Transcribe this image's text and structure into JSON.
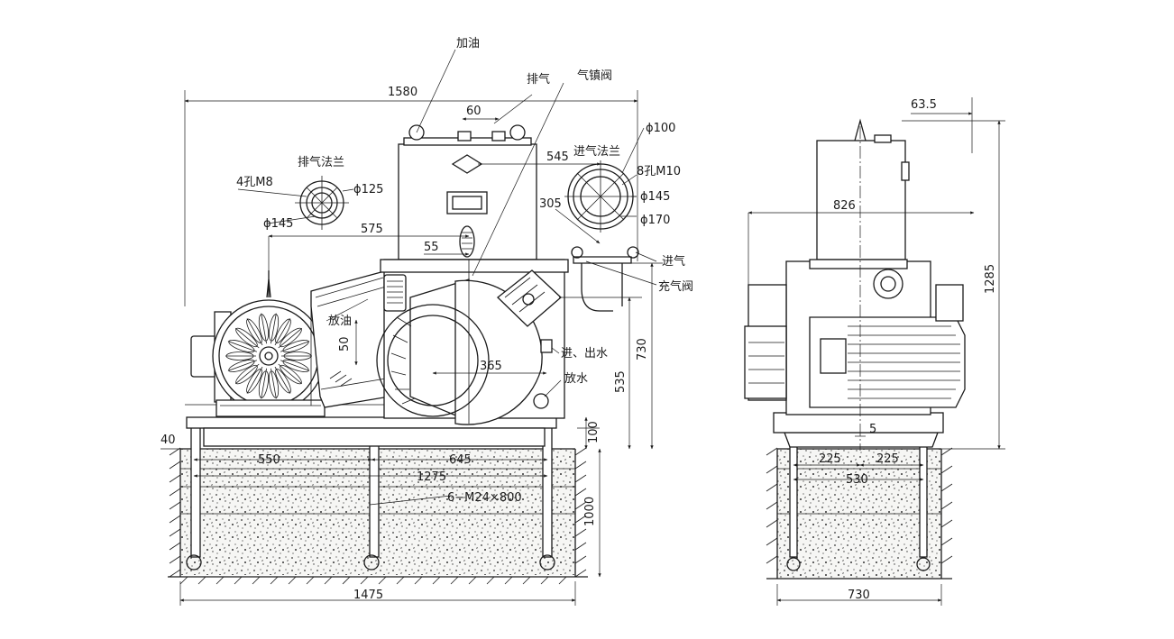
{
  "labels": {
    "add_oil": "加油",
    "exhaust": "排气",
    "gas_ballast_valve": "气镇阀",
    "exhaust_flange": "排气法兰",
    "inlet_flange": "进气法兰",
    "four_holes_m8": "4孔M8",
    "eight_holes_m10": "8孔M10",
    "inlet": "进气",
    "fill_valve": "充气阀",
    "drain_oil": "放油",
    "water_in_out": "进、出水",
    "drain_water": "放水",
    "anchor_bolts": "6−M24×800"
  },
  "dimensions": {
    "d1580": "1580",
    "d60": "60",
    "d545": "545",
    "phi100": "ϕ100",
    "phi125": "ϕ125",
    "phi145_left": "ϕ145",
    "phi145_right": "ϕ145",
    "phi170": "ϕ170",
    "d575": "575",
    "d305": "305",
    "d55": "55",
    "d50": "50",
    "d365": "365",
    "d730_vert": "730",
    "d535": "535",
    "d100": "100",
    "d40": "40",
    "d550": "550",
    "d645": "645",
    "d1275": "1275",
    "d1000": "1000",
    "d1475": "1475",
    "d63_5": "63.5",
    "d826": "826",
    "d1285": "1285",
    "d5": "5",
    "d225_left": "225",
    "d225_right": "225",
    "d530": "530",
    "d730_bottom": "730"
  }
}
